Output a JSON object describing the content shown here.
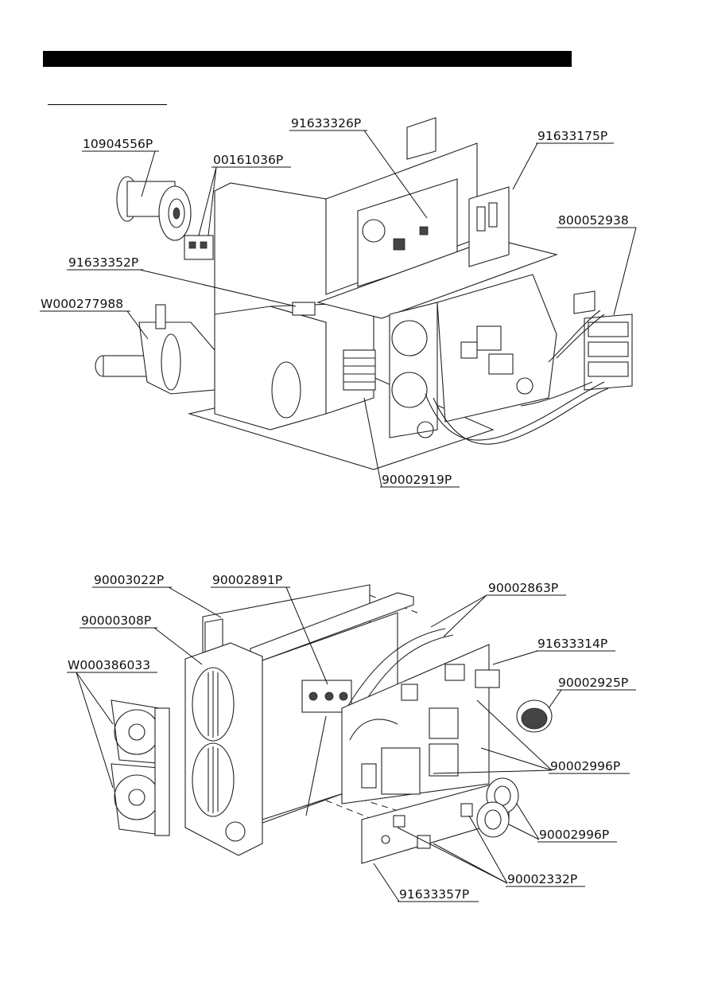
{
  "labels_top": [
    "10904556P",
    "00161036P",
    "91633326P",
    "91633175P",
    "800052938",
    "91633352P",
    "W000277988",
    "90002919P"
  ],
  "labels_bottom": [
    "90003022P",
    "90002891P",
    "90002863P",
    "90000308P",
    "91633314P",
    "W000386033",
    "90002925P",
    "90002996P",
    "90002996P",
    "90002332P",
    "91633357P"
  ]
}
